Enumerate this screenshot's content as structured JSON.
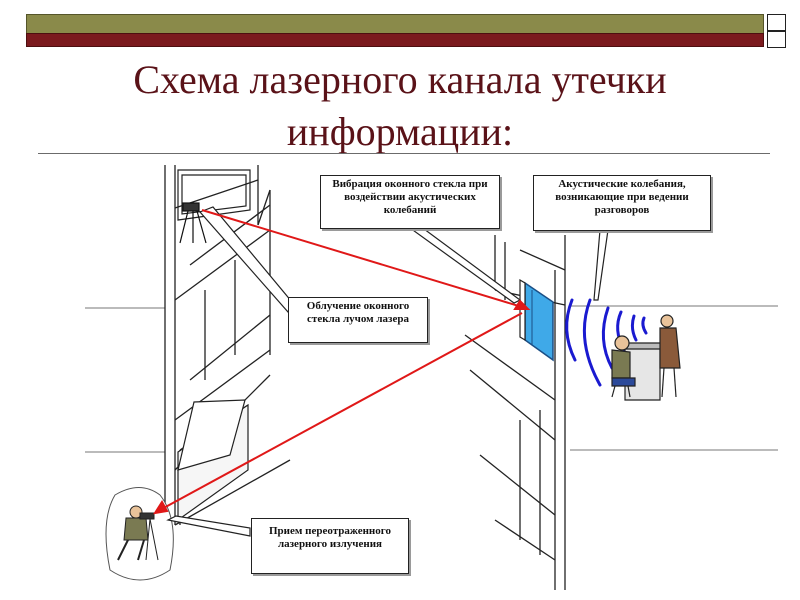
{
  "slide": {
    "title_line1": "Схема лазерного канала утечки",
    "title_line2": "информации:"
  },
  "labels": {
    "vibration": "Вибрация оконного стекла при воздействии акустических колебаний",
    "acoustic": "Акустические колебания, возникающие при ведении разговоров",
    "irradiation": "Облучение оконного стекла лучом лазера",
    "reception": "Прием переотраженного лазерного излучения"
  },
  "colors": {
    "title": "#5a1218",
    "beam": "#e01818",
    "waves": "#1a1ad0",
    "window_glass": "#3fa9e8",
    "topbar_olive": "#8a8a4a",
    "topbar_red": "#7b1a1e"
  }
}
